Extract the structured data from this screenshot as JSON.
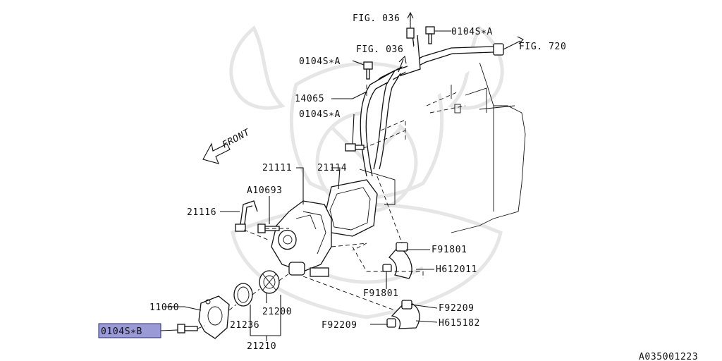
{
  "diagram_id": "A035001223",
  "front_label": "FRONT",
  "fig_refs": {
    "fig036_top": "FIG. 036",
    "fig036_mid": "FIG. 036",
    "fig720": "FIG. 720"
  },
  "labels": {
    "bolt_a_top": "0104S∗A",
    "bolt_a_left": "0104S∗A",
    "bolt_a_mid": "0104S∗A",
    "pipe_14065": "14065",
    "part_21111": "21111",
    "part_21114": "21114",
    "part_a10693": "A10693",
    "part_21116": "21116",
    "clamp_f91801_right": "F91801",
    "hose_h612011": "H612011",
    "clamp_f91801_left": "F91801",
    "part_11060": "11060",
    "part_21200": "21200",
    "clamp_f92209_right": "F92209",
    "clamp_f92209_left": "F92209",
    "hose_h615182": "H615182",
    "part_21236": "21236",
    "part_21210": "21210",
    "bolt_b": "0104S∗B"
  },
  "colors": {
    "line": "#111111",
    "highlight": "#9a9ad6",
    "watermark": "#e6e6e6"
  }
}
